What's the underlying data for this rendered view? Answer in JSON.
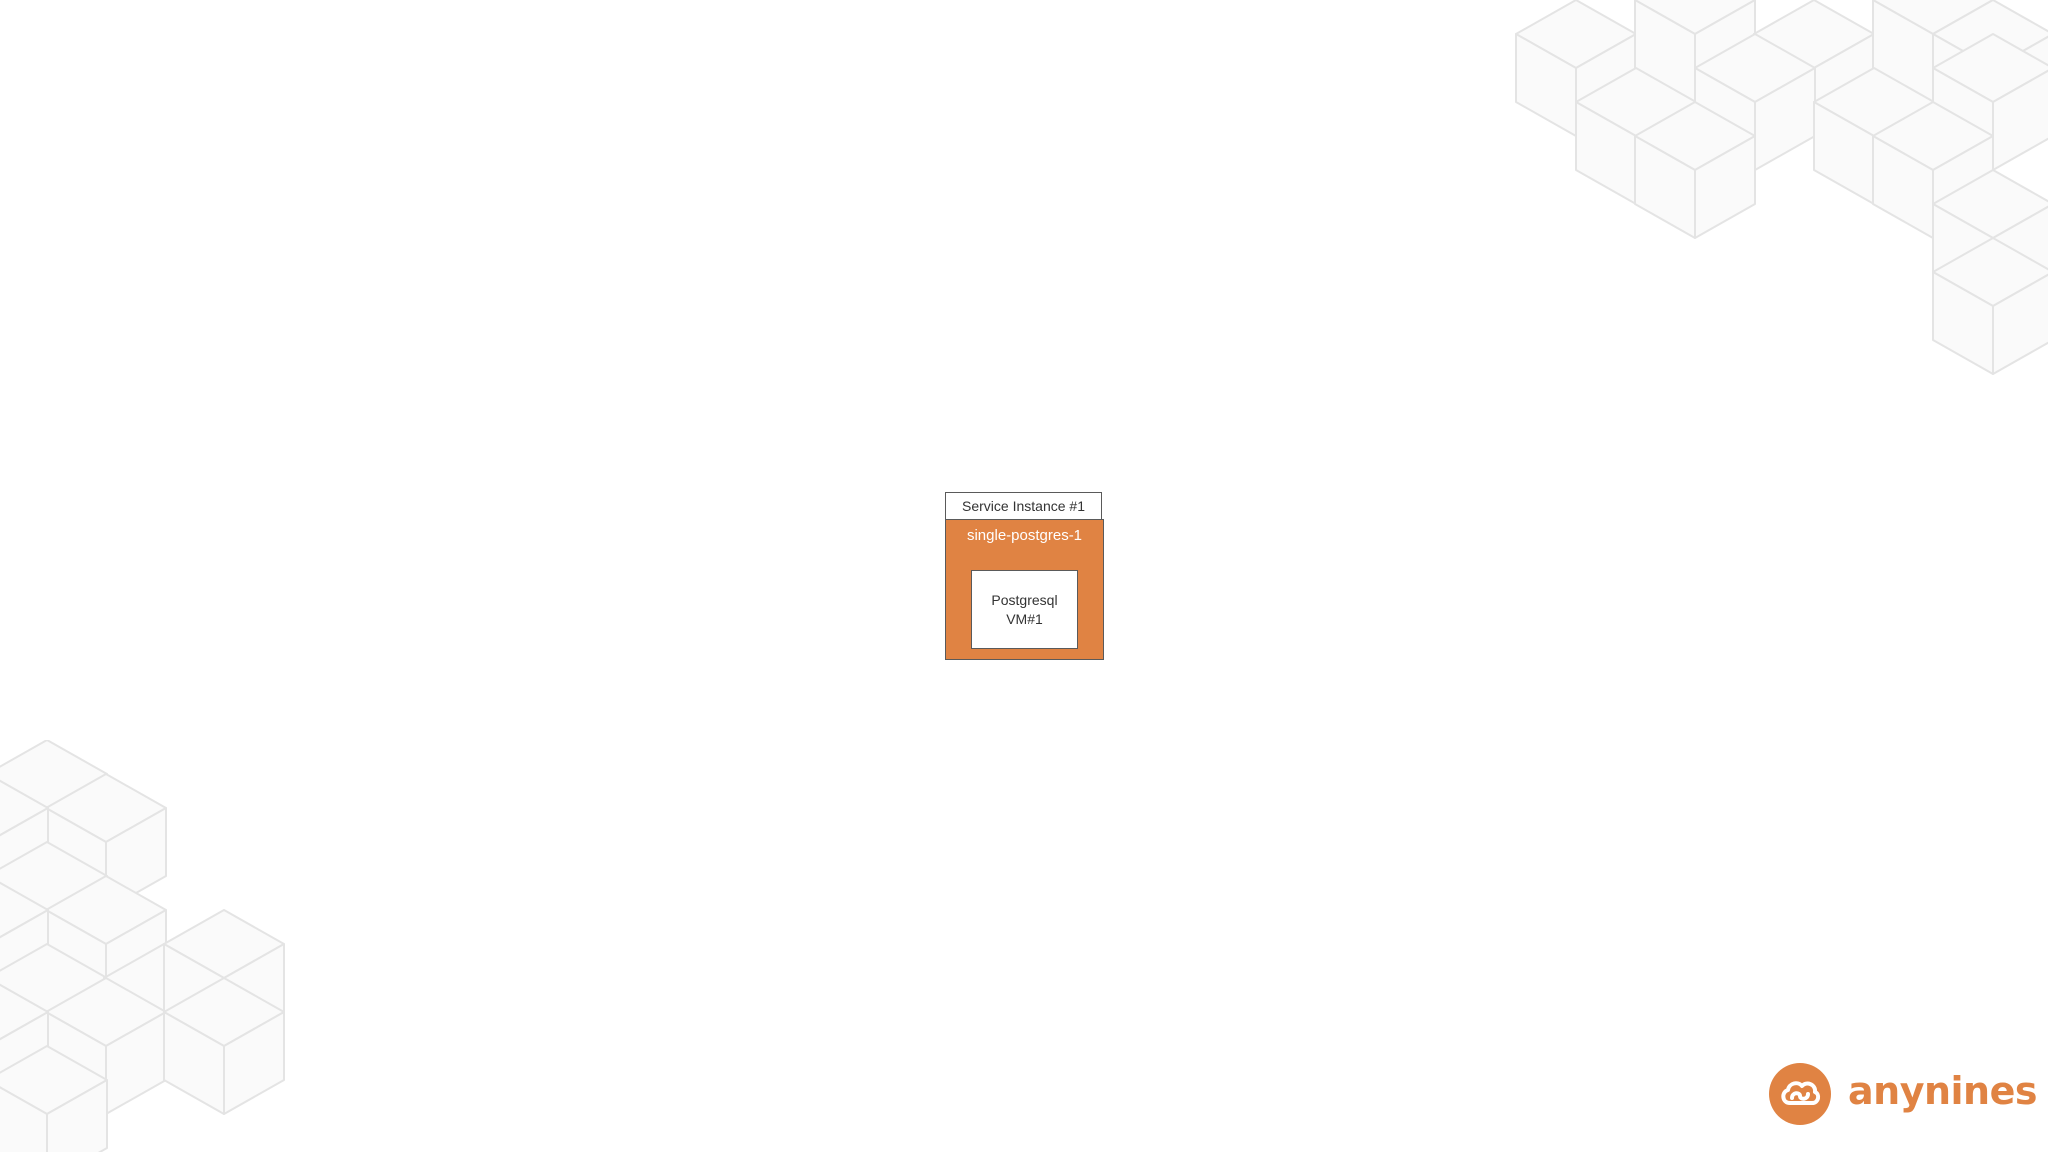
{
  "diagram": {
    "service_instance": {
      "label": "Service Instance #1",
      "name": "single-postgres-1",
      "vm": {
        "line1": "Postgresql",
        "line2": "VM#1"
      }
    }
  },
  "logo": {
    "text": "anynines",
    "icon": "cloud-logo-icon"
  },
  "colors": {
    "accent": "#e08343",
    "border": "#5a5a5a",
    "decoration": "#e6e6e6"
  }
}
